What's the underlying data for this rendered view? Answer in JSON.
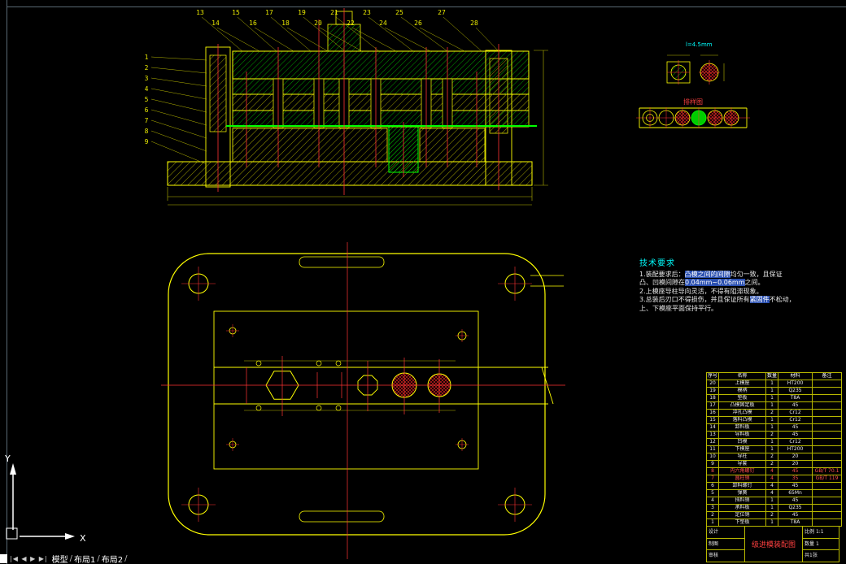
{
  "app": {
    "background": "#000000"
  },
  "colors": {
    "line_yellow": "#ffff00",
    "line_green": "#00ff00",
    "line_red": "#ff3333",
    "note_cyan": "#00ffff",
    "highlight_blue": "#2a4fb0"
  },
  "status_bar": {
    "nav_icons": "|◀ ◀ ▶ ▶|",
    "tabs": [
      "模型",
      "布局1",
      "布局2"
    ],
    "separator": "/"
  },
  "ucs": {
    "x_label": "X",
    "y_label": "Y"
  },
  "callouts": {
    "top": [
      "13",
      "14",
      "15",
      "16",
      "17",
      "18",
      "19",
      "20",
      "21",
      "22",
      "23",
      "24",
      "25",
      "26",
      "27",
      "28"
    ],
    "left": [
      "1",
      "2",
      "3",
      "4",
      "5",
      "6",
      "7",
      "8",
      "9"
    ]
  },
  "notes": {
    "title": "技术要求",
    "lines": [
      {
        "segments": [
          {
            "t": "1.装配要求后：",
            "h": false
          },
          {
            "t": "凸模之间的间隙",
            "h": true
          },
          {
            "t": "均匀一致，且保证",
            "h": false
          }
        ]
      },
      {
        "segments": [
          {
            "t": "凸、凹模间隙在",
            "h": false
          },
          {
            "t": "0.04mm~0.06mm",
            "h": true
          },
          {
            "t": "之间。",
            "h": false
          }
        ]
      },
      {
        "segments": [
          {
            "t": "2.上模座导柱导向灵活，不得有阻滞现象。",
            "h": false
          }
        ]
      },
      {
        "segments": [
          {
            "t": "3.总装后刃口不得损伤，并且保证所有",
            "h": false
          },
          {
            "t": "紧固件",
            "h": true
          },
          {
            "t": "不松动，",
            "h": false
          }
        ]
      },
      {
        "segments": [
          {
            "t": "上、下模座平面保持平行。",
            "h": false
          }
        ]
      }
    ]
  },
  "details": {
    "strip_label": "排样图",
    "dim_note": "l=4.5mm"
  },
  "bom": {
    "columns": [
      "序号",
      "名称",
      "数量",
      "材料",
      "备注"
    ],
    "rows": [
      {
        "seq": "20",
        "name": "上模座",
        "qty": "1",
        "material": "HT200",
        "note": ""
      },
      {
        "seq": "19",
        "name": "模柄",
        "qty": "1",
        "material": "Q235",
        "note": ""
      },
      {
        "seq": "18",
        "name": "垫板",
        "qty": "1",
        "material": "T8A",
        "note": ""
      },
      {
        "seq": "17",
        "name": "凸模固定板",
        "qty": "1",
        "material": "45",
        "note": ""
      },
      {
        "seq": "16",
        "name": "冲孔凸模",
        "qty": "2",
        "material": "Cr12",
        "note": ""
      },
      {
        "seq": "15",
        "name": "落料凸模",
        "qty": "1",
        "material": "Cr12",
        "note": ""
      },
      {
        "seq": "14",
        "name": "卸料板",
        "qty": "1",
        "material": "45",
        "note": ""
      },
      {
        "seq": "13",
        "name": "导料板",
        "qty": "2",
        "material": "45",
        "note": ""
      },
      {
        "seq": "12",
        "name": "凹模",
        "qty": "1",
        "material": "Cr12",
        "note": ""
      },
      {
        "seq": "11",
        "name": "下模座",
        "qty": "1",
        "material": "HT200",
        "note": ""
      },
      {
        "seq": "10",
        "name": "导柱",
        "qty": "2",
        "material": "20",
        "note": ""
      },
      {
        "seq": "9",
        "name": "导套",
        "qty": "2",
        "material": "20",
        "note": ""
      },
      {
        "seq": "8",
        "name": "内六角螺钉",
        "qty": "4",
        "material": "45",
        "note": "GB/T 70.1",
        "std": true
      },
      {
        "seq": "7",
        "name": "圆柱销",
        "qty": "4",
        "material": "35",
        "note": "GB/T 119",
        "std": true
      },
      {
        "seq": "6",
        "name": "卸料螺钉",
        "qty": "4",
        "material": "45",
        "note": ""
      },
      {
        "seq": "5",
        "name": "弹簧",
        "qty": "4",
        "material": "65Mn",
        "note": ""
      },
      {
        "seq": "4",
        "name": "挡料销",
        "qty": "1",
        "material": "45",
        "note": ""
      },
      {
        "seq": "3",
        "name": "承料板",
        "qty": "1",
        "material": "Q235",
        "note": ""
      },
      {
        "seq": "2",
        "name": "定位销",
        "qty": "2",
        "material": "45",
        "note": ""
      },
      {
        "seq": "1",
        "name": "下垫板",
        "qty": "1",
        "material": "T8A",
        "note": ""
      }
    ]
  },
  "title_block": {
    "name": "级进模装配图",
    "design_label": "设计",
    "draw_label": "制图",
    "check_label": "审核",
    "scale_label": "比例",
    "scale": "1:1",
    "qty_label": "数量",
    "qty": "1",
    "sheet": "共1张"
  }
}
